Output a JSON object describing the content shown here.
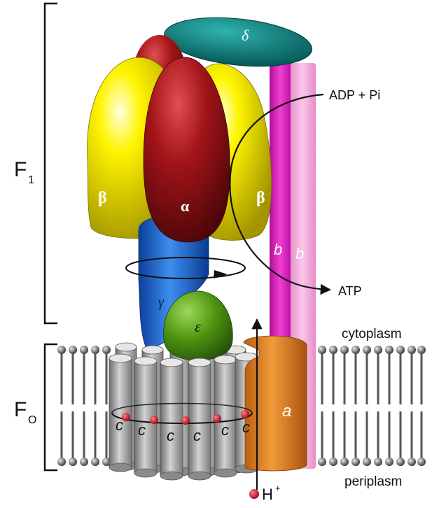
{
  "labels": {
    "f1_main": "F",
    "f1_sub": "1",
    "fo_main": "F",
    "fo_sub": "O",
    "delta": "δ",
    "alpha": "α",
    "beta_left": "β",
    "beta_right": "β",
    "gamma": "γ",
    "epsilon": "ε",
    "b1": "b",
    "b2": "b",
    "a": "a",
    "c": [
      "c",
      "c",
      "c",
      "c",
      "c",
      "c"
    ],
    "adp_pi": "ADP + Pi",
    "atp": "ATP",
    "cytoplasm": "cytoplasm",
    "periplasm": "periplasm",
    "proton_main": "H",
    "proton_sup": "+"
  },
  "colors": {
    "beta": "#f2e600",
    "alpha": "#a0171c",
    "delta": "#007a78",
    "gamma": "#1f6fd6",
    "epsilon": "#4f9410",
    "b_magenta": "#e020c0",
    "b_pink": "#f3a6d8",
    "a_orange": "#e08524",
    "c_ring": "#a9a9a9",
    "lipid": "#555555",
    "ion": "#c8102e"
  }
}
